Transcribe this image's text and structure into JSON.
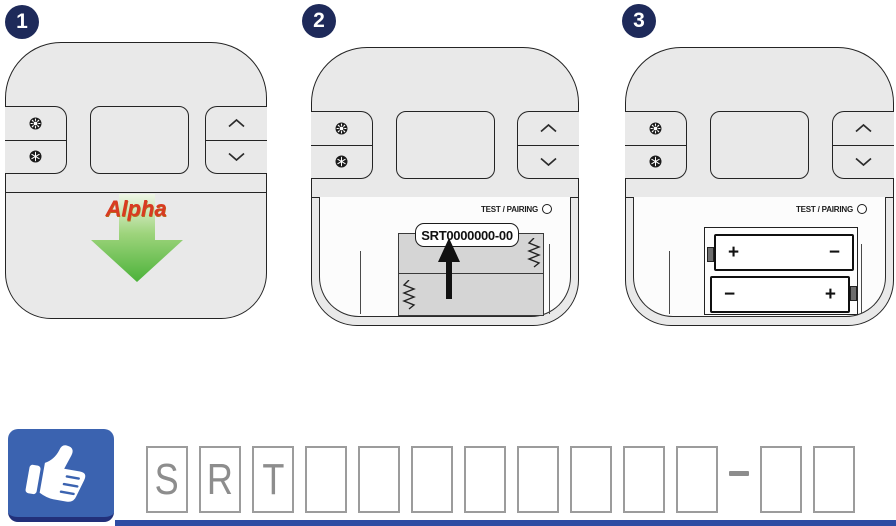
{
  "steps": [
    {
      "number": "1",
      "brand": "Alpha"
    },
    {
      "number": "2",
      "test_pairing": "TEST / PAIRING",
      "serial_label": "SRT0000000-00"
    },
    {
      "number": "3",
      "test_pairing": "TEST / PAIRING",
      "batteries": {
        "top": {
          "left": "+",
          "right": "−"
        },
        "bottom": {
          "left": "−",
          "right": "+"
        }
      }
    }
  ],
  "serial_entry": {
    "boxes": [
      "S",
      "R",
      "T",
      "",
      "",
      "",
      "",
      "",
      "",
      "",
      ""
    ],
    "separator": "-",
    "suffix_boxes": [
      "",
      ""
    ]
  },
  "icons": {
    "heat": "sun-icon",
    "cool": "snowflake-icon",
    "up": "chevron-up-icon",
    "down": "chevron-down-icon",
    "confirm": "thumbs-up-icon",
    "slide": "green-down-arrow"
  },
  "colors": {
    "badge_navy": "#1e2a5a",
    "device_gray": "#e9e9e9",
    "arrow_green": "#4cb23a",
    "brand_red": "#d93a21",
    "thumb_blue": "#3b63b0",
    "box_border": "#9c9c9c",
    "box_letter": "#8d8d8d"
  }
}
